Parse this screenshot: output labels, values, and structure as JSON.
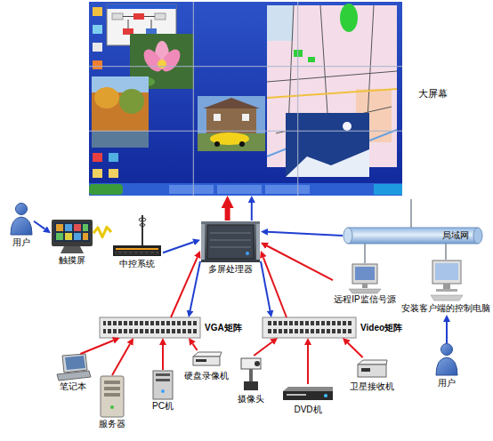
{
  "diagram": {
    "nodes": [
      {
        "text": [
          "大屏幕"
        ]
      },
      {
        "text": [
          "用户"
        ]
      },
      {
        "text": [
          "触摸屏"
        ]
      },
      {
        "text": [
          "中控系统"
        ]
      },
      {
        "text": [
          "多屏处理器"
        ]
      },
      {
        "text": [
          "局域网"
        ]
      },
      {
        "text": [
          "远程IP监信号源"
        ]
      },
      {
        "text": [
          "安装客户端的控制电脑"
        ]
      },
      {
        "text": [
          "VGA矩阵"
        ]
      },
      {
        "text": [
          "Video矩阵"
        ]
      },
      {
        "text": [
          "用户"
        ]
      },
      {
        "text": [
          "笔记本"
        ]
      },
      {
        "text": [
          "服务器"
        ]
      },
      {
        "text": [
          "PC机"
        ]
      },
      {
        "text": [
          "硬盘录像机"
        ]
      },
      {
        "text": [
          "摄像头"
        ]
      },
      {
        "text": [
          "DVD机"
        ]
      },
      {
        "text": [
          "卫星接收机"
        ]
      }
    ],
    "edges": [
      {
        "from": 1,
        "to": 2,
        "arrow": "to"
      },
      {
        "from": 2,
        "to": 3,
        "arrow": "none"
      },
      {
        "from": 3,
        "to": 4,
        "arrow": "to"
      },
      {
        "from": 4,
        "to": 0,
        "arrow": "to"
      },
      {
        "from": 4,
        "to": 0,
        "arrow": "to"
      },
      {
        "from": 5,
        "to": 4,
        "arrow": "to"
      },
      {
        "from": 5,
        "to": 6,
        "arrow": "none"
      },
      {
        "from": 5,
        "to": 7,
        "arrow": "none"
      },
      {
        "from": 6,
        "to": 4,
        "arrow": "to"
      },
      {
        "from": 10,
        "to": 7,
        "arrow": "to"
      },
      {
        "from": 8,
        "to": 4,
        "arrow": "to"
      },
      {
        "from": 4,
        "to": 8,
        "arrow": "to"
      },
      {
        "from": 9,
        "to": 4,
        "arrow": "to"
      },
      {
        "from": 4,
        "to": 9,
        "arrow": "to"
      },
      {
        "from": 11,
        "to": 8,
        "arrow": "to"
      },
      {
        "from": 12,
        "to": 8,
        "arrow": "to"
      },
      {
        "from": 13,
        "to": 8,
        "arrow": "to"
      },
      {
        "from": 14,
        "to": 8,
        "arrow": "to"
      },
      {
        "from": 15,
        "to": 9,
        "arrow": "to"
      },
      {
        "from": 16,
        "to": 9,
        "arrow": "to"
      },
      {
        "from": 17,
        "to": 9,
        "arrow": "to"
      }
    ]
  }
}
